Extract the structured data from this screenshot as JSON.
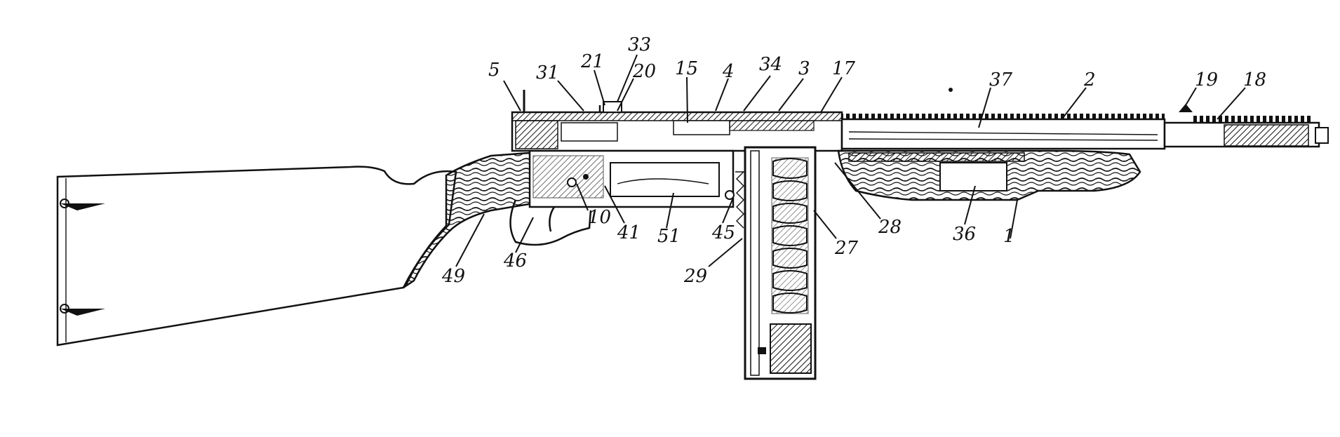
{
  "figure": {
    "background": "#ffffff",
    "ink_color": "#111111",
    "callouts": [
      "5",
      "31",
      "21",
      "33",
      "20",
      "15",
      "4",
      "34",
      "3",
      "17",
      "37",
      "2",
      "19",
      "18",
      "10",
      "41",
      "51",
      "45",
      "27",
      "28",
      "36",
      "1",
      "29",
      "46",
      "49"
    ]
  }
}
